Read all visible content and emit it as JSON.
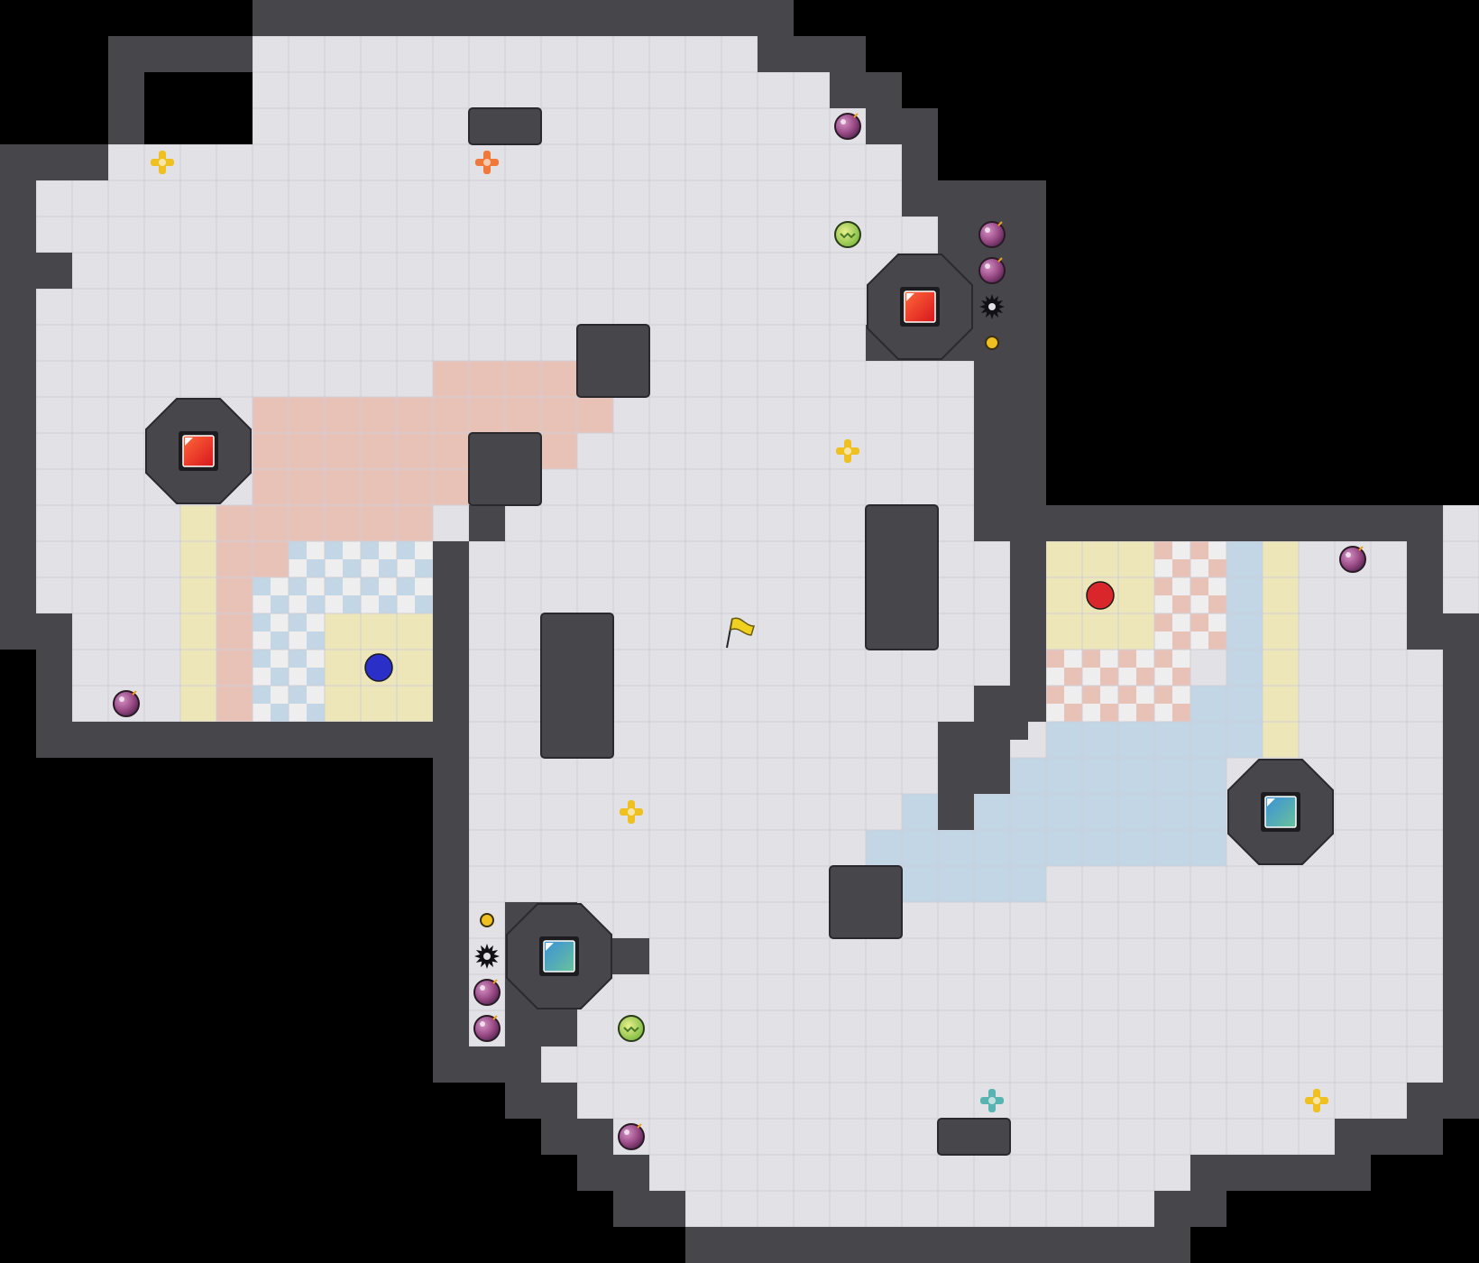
{
  "map": {
    "cols": 41,
    "rows": 35,
    "colors": {
      "background": "#000000",
      "wall": "#46464b",
      "wall_edge": "#2a2a2e",
      "floor": "#e2e2e6",
      "grid_line": "#cfcfd5",
      "red_team_zone": "#e8c2b6",
      "blue_team_zone": "#c2d6e6",
      "neutral_zone": "#ece6b8",
      "checker_light": "#eeeeee",
      "red_flag_ball": "#d9262b",
      "blue_flag_ball": "#2a2fc8",
      "neutral_flag": "#f0d020"
    },
    "walls": [
      [
        7,
        0,
        22,
        1
      ],
      [
        3,
        1,
        7,
        2
      ],
      [
        21,
        1,
        24,
        2
      ],
      [
        3,
        2,
        4,
        3
      ],
      [
        23,
        2,
        25,
        3
      ],
      [
        3,
        3,
        4,
        4
      ],
      [
        24,
        3,
        26,
        4
      ],
      [
        0,
        4,
        3,
        5
      ],
      [
        25,
        4,
        26,
        5
      ],
      [
        0,
        5,
        1,
        6
      ],
      [
        25,
        5,
        29,
        6
      ],
      [
        0,
        6,
        1,
        17
      ],
      [
        27,
        6,
        29,
        15
      ],
      [
        1,
        7,
        2,
        8
      ],
      [
        26,
        6,
        27,
        10
      ],
      [
        24,
        9,
        26,
        10
      ],
      [
        25,
        8,
        26,
        9
      ],
      [
        0,
        17,
        2,
        18
      ],
      [
        1,
        18,
        2,
        20
      ],
      [
        1,
        20,
        13,
        21
      ],
      [
        12,
        15,
        13,
        21
      ],
      [
        13,
        14,
        14,
        15
      ],
      [
        12,
        21,
        13,
        30
      ],
      [
        13,
        29,
        15,
        30
      ],
      [
        14,
        25,
        16,
        29
      ],
      [
        16,
        26,
        18,
        27
      ],
      [
        14,
        30,
        16,
        31
      ],
      [
        15,
        31,
        17,
        32
      ],
      [
        16,
        32,
        18,
        33
      ],
      [
        17,
        33,
        19,
        34
      ],
      [
        19,
        34,
        33,
        35
      ],
      [
        32,
        33,
        34,
        34
      ],
      [
        33,
        32,
        37,
        33
      ],
      [
        37,
        31,
        38,
        33
      ],
      [
        38,
        31,
        40,
        32
      ],
      [
        39,
        30,
        41,
        31
      ],
      [
        40,
        17,
        41,
        30
      ],
      [
        39,
        17,
        40,
        18
      ],
      [
        39,
        14,
        40,
        17
      ],
      [
        27,
        14,
        40,
        15
      ],
      [
        28,
        15,
        29,
        20
      ],
      [
        27,
        19,
        28,
        22
      ],
      [
        26,
        20,
        27,
        23
      ],
      [
        28,
        20,
        28.5,
        20.5
      ]
    ],
    "obstacles": [
      [
        13,
        3,
        15,
        4
      ],
      [
        16,
        9,
        18,
        11
      ],
      [
        13,
        12,
        15,
        14
      ],
      [
        15,
        17,
        17,
        21
      ],
      [
        24,
        14,
        26,
        18
      ],
      [
        23,
        24,
        25,
        26
      ],
      [
        26,
        31,
        28,
        32
      ]
    ],
    "spawn_pods": [
      {
        "team": "red",
        "col": 5,
        "row": 12
      },
      {
        "team": "red",
        "col": 25,
        "row": 8
      },
      {
        "team": "blue",
        "col": 35,
        "row": 22
      },
      {
        "team": "blue",
        "col": 15,
        "row": 26
      }
    ],
    "zones": [
      {
        "type": "red",
        "cells": [
          [
            12,
            10,
            16,
            11
          ],
          [
            7,
            11,
            17,
            12
          ],
          [
            7,
            12,
            13,
            14
          ],
          [
            15,
            12,
            16,
            13
          ],
          [
            6,
            14,
            12,
            15
          ],
          [
            6,
            15,
            8,
            20
          ]
        ]
      },
      {
        "type": "neutral",
        "cells": [
          [
            5,
            14,
            6,
            20
          ],
          [
            9,
            17,
            12,
            20
          ]
        ]
      },
      {
        "type": "checker",
        "color": "blue",
        "cells": [
          [
            8,
            15,
            12,
            17
          ],
          [
            7,
            16,
            9,
            20
          ]
        ]
      },
      {
        "type": "neutral",
        "cells": [
          [
            29,
            15,
            32,
            18
          ],
          [
            35,
            15,
            36,
            21
          ]
        ]
      },
      {
        "type": "checker",
        "color": "red",
        "cells": [
          [
            32,
            15,
            34,
            18
          ],
          [
            29,
            18,
            33,
            20
          ]
        ]
      },
      {
        "type": "blue",
        "cells": [
          [
            34,
            15,
            35,
            19
          ],
          [
            33,
            19,
            35,
            21
          ],
          [
            29,
            20,
            35,
            21
          ],
          [
            28,
            21,
            34,
            23
          ],
          [
            25,
            22,
            28,
            23
          ],
          [
            24,
            23,
            34,
            24
          ],
          [
            25,
            24,
            29,
            25
          ]
        ]
      }
    ],
    "powerups": [
      {
        "kind": "tagpro",
        "color": "yellow",
        "col": 4,
        "row": 4
      },
      {
        "kind": "tagpro",
        "color": "orange",
        "col": 13,
        "row": 4
      },
      {
        "kind": "tagpro",
        "color": "yellow",
        "col": 23,
        "row": 12
      },
      {
        "kind": "tagpro",
        "color": "yellow",
        "col": 17,
        "row": 22
      },
      {
        "kind": "tagpro",
        "color": "teal",
        "col": 27,
        "row": 30
      },
      {
        "kind": "tagpro",
        "color": "yellow",
        "col": 36,
        "row": 30
      }
    ],
    "bombs": [
      {
        "col": 23,
        "row": 3
      },
      {
        "col": 27,
        "row": 6
      },
      {
        "col": 27,
        "row": 7
      },
      {
        "col": 3,
        "row": 19
      },
      {
        "col": 37,
        "row": 15
      },
      {
        "col": 13,
        "row": 27
      },
      {
        "col": 13,
        "row": 28
      },
      {
        "col": 17,
        "row": 31
      }
    ],
    "boosts": [
      {
        "col": 23,
        "row": 6
      },
      {
        "col": 17,
        "row": 28
      }
    ],
    "spikes": [
      {
        "col": 27,
        "row": 8
      },
      {
        "col": 13,
        "row": 26
      }
    ],
    "buttons": [
      {
        "col": 27,
        "row": 9
      },
      {
        "col": 13,
        "row": 25
      }
    ],
    "players": [
      {
        "team": "blue",
        "col": 10,
        "row": 18
      },
      {
        "team": "red",
        "col": 30,
        "row": 16
      }
    ],
    "flag": {
      "color": "yellow",
      "col": 20,
      "row": 17
    }
  }
}
